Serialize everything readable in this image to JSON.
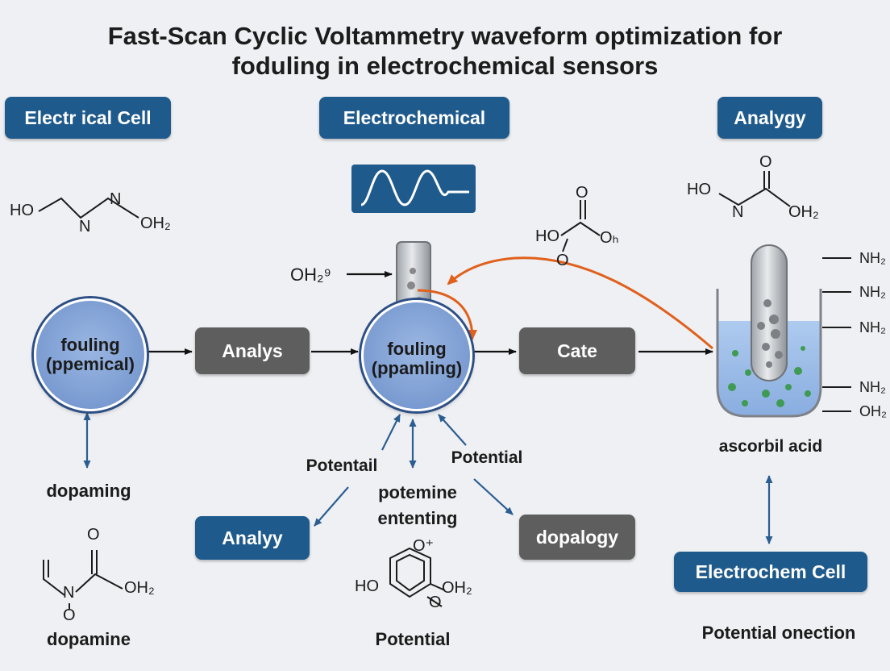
{
  "title": {
    "line1": "Fast-Scan Cyclic Voltammetry waveform optimization for",
    "line2": "foduling in electrochemical sensors"
  },
  "headers": {
    "left": "Electr ical Cell",
    "center": "Electrochemical",
    "right": "Analygy"
  },
  "nodes": {
    "circle_left": [
      "fouling",
      "(ppemical)"
    ],
    "circle_center": [
      "fouling",
      "(ppamling)"
    ],
    "analys": "Analys",
    "cate": "Cate",
    "analyy": "Analyy",
    "dopalogy": "dopalogy",
    "electrochem_cell": "Electrochem Cell"
  },
  "labels": {
    "dopaming": "dopaming",
    "dopamine": "dopamine",
    "potentail": "Potentail",
    "potential_right": "Potential",
    "potemine": "potemine",
    "ententing": "ententing",
    "potential_bottom": "Potential",
    "ascorbil_acid": "ascorbil acid",
    "potential_onection": "Potential onection"
  },
  "chemistry": {
    "left_top": {
      "ho": "HO",
      "n1": "N",
      "n2": "N",
      "oh2": "OH₂"
    },
    "oh2_arrow": "OH₂⁹",
    "mid_top": {
      "o": "O",
      "ho": "HO",
      "oh": "Oₕ",
      "o2": "O"
    },
    "right_top": {
      "ho": "HO",
      "o": "O",
      "n": "N",
      "oh2": "OH₂"
    },
    "left_bottom": {
      "o": "O",
      "n": "N",
      "oh2": "OH₂",
      "o2": "O"
    },
    "center_bottom": {
      "o": "O⁺",
      "ho": "HO",
      "oh2": "OH₂",
      "o2": "O"
    },
    "beaker_side": [
      "NH₂",
      "NH₂",
      "NH₂",
      "NH₂",
      "OH₂"
    ]
  },
  "colors": {
    "blue_box": "#1f5a8c",
    "gray_box": "#5e5e5e",
    "arrow_blue": "#2b5d91",
    "arrow_orange": "#e0601c",
    "liquid": "#8fb6e6"
  }
}
